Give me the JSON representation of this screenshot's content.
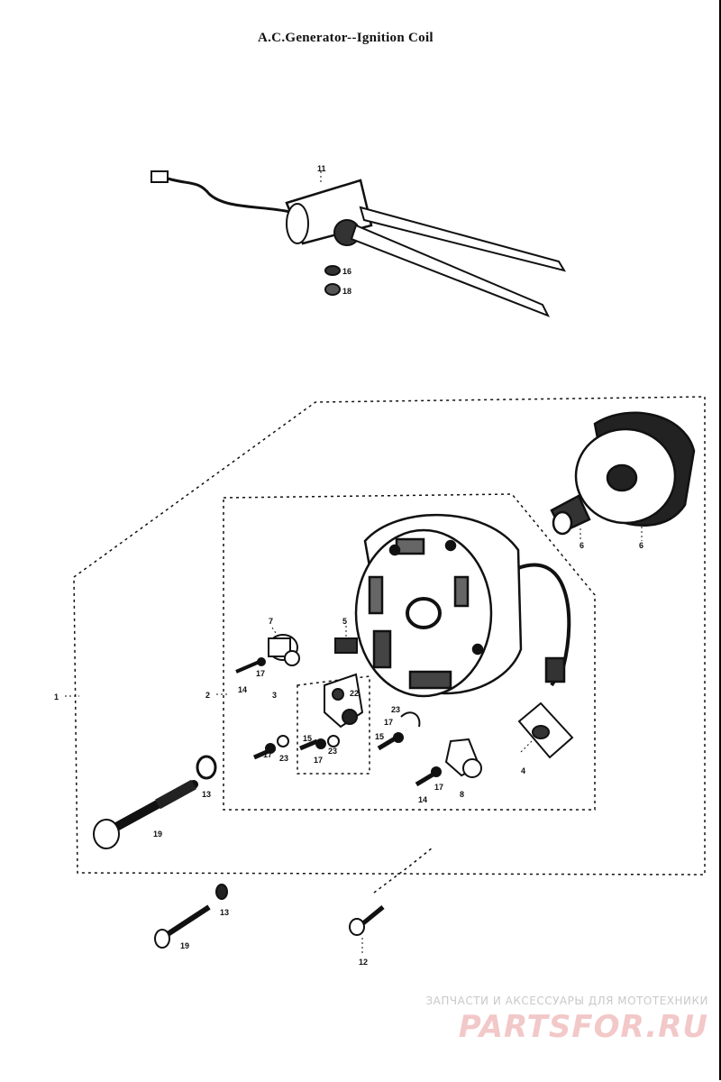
{
  "title": "A.C.Generator--Ignition Coil",
  "watermark": {
    "tagline": "ЗАПЧАСТИ И АКСЕССУАРЫ ДЛЯ МОТОТЕХНИКИ",
    "logo": "PARTSFOR.RU"
  },
  "callouts": {
    "c1": "1",
    "c2": "2",
    "c3": "3",
    "c4": "4",
    "c5": "5",
    "c6a": "6",
    "c6b": "6",
    "c7": "7",
    "c8": "8",
    "c11": "11",
    "c12": "12",
    "c13a": "13",
    "c13b": "13",
    "c14a": "14",
    "c14b": "14",
    "c15a": "15",
    "c15b": "15",
    "c16": "16",
    "c17a": "17",
    "c17b": "17",
    "c17c": "17",
    "c17d": "17",
    "c17e": "17",
    "c18": "18",
    "c19a": "19",
    "c19b": "19",
    "c22": "22",
    "c23a": "23",
    "c23b": "23",
    "c23c": "23"
  }
}
